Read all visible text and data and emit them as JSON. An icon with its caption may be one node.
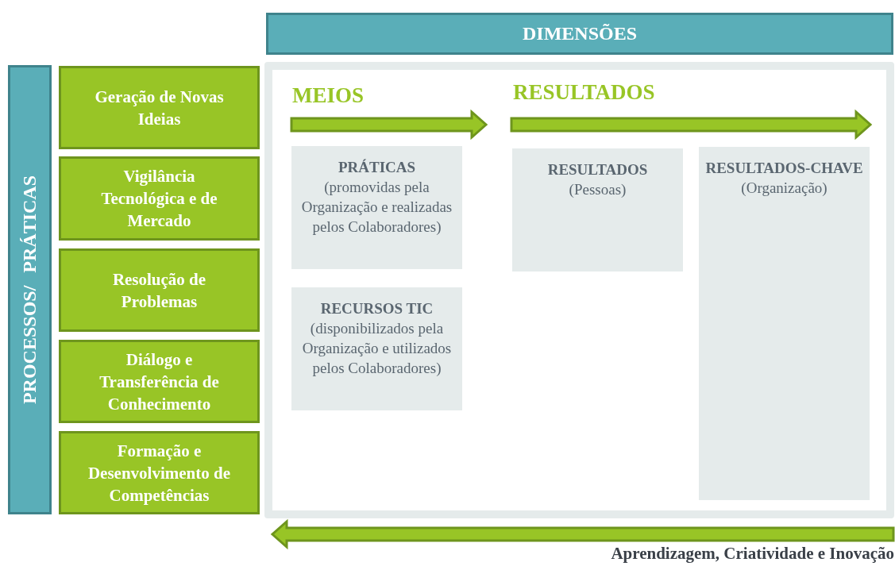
{
  "diagram": {
    "nodes": [
      {
        "text": [
          "DIMENSÕES"
        ]
      },
      {
        "text": [
          "PROCESSOS/ PRÁTICAS"
        ]
      },
      {
        "text": [
          "Geração de Novas Ideias"
        ]
      },
      {
        "text": [
          "Vigilância Tecnológica e de Mercado"
        ]
      },
      {
        "text": [
          "Resolução de Problemas"
        ]
      },
      {
        "text": [
          "Diálogo e Transferência de Conhecimento"
        ]
      },
      {
        "text": [
          "Formação e Desenvolvimento de Competências"
        ]
      },
      {
        "text": [],
        "shape": "box"
      },
      {
        "text": [
          "PRÁTICAS",
          "(promovidas pela Organização e realizadas pelos Colaboradores)"
        ],
        "in": 7
      },
      {
        "text": [
          "RECURSOS TIC",
          "(disponibilizados pela Organização e utilizados pelos Colaboradores)"
        ],
        "in": 7
      },
      {
        "text": [
          "RESULTADOS",
          "(Pessoas)"
        ],
        "in": 7
      },
      {
        "text": [
          "RESULTADOS-CHAVE",
          "(Organização)"
        ],
        "in": 7
      }
    ],
    "labels": [
      "MEIOS",
      "RESULTADOS",
      "Aprendizagem, Criatividade e Inovação"
    ]
  }
}
